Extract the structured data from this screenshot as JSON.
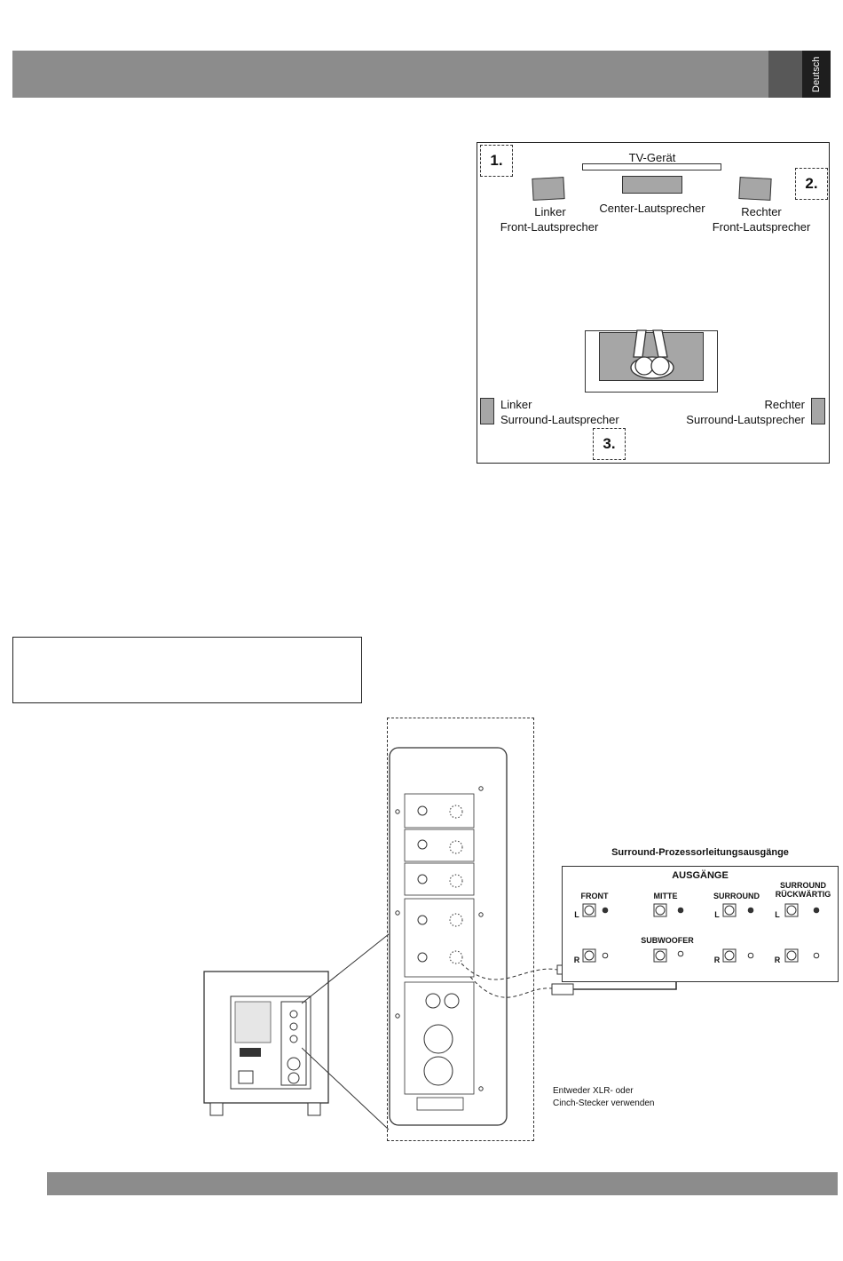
{
  "header": {
    "language_tab": "Deutsch"
  },
  "room_diagram": {
    "steps": [
      "1.",
      "2.",
      "3."
    ],
    "tv_label": "TV-Gerät",
    "center_label": "Center-Lautsprecher",
    "front_left_label_1": "Linker",
    "front_left_label_2": "Front-Lautsprecher",
    "front_right_label_1": "Rechter",
    "front_right_label_2": "Front-Lautsprecher",
    "surround_left_label_1": "Linker",
    "surround_left_label_2": "Surround-Lautsprecher",
    "surround_right_label_1": "Rechter",
    "surround_right_label_2": "Surround-Lautsprecher"
  },
  "connection_diagram": {
    "processor_title": "Surround-Prozessorleitungsausgänge",
    "outputs_title": "AUSGÄNGE",
    "col_front": "FRONT",
    "col_center": "MITTE",
    "col_surround": "SURROUND",
    "col_surround_rear_1": "SURROUND",
    "col_surround_rear_2": "RÜCKWÄRTIG",
    "subwoofer_label": "SUBWOOFER",
    "channel_l": "L",
    "channel_r": "R",
    "cable_note_1": "Entweder XLR- oder",
    "cable_note_2": "Cinch-Stecker verwenden"
  },
  "colors": {
    "header_gray": "#8c8c8c",
    "tab_dark": "#585858",
    "tab_black": "#1e1e1e",
    "speaker_gray": "#a6a6a6"
  }
}
